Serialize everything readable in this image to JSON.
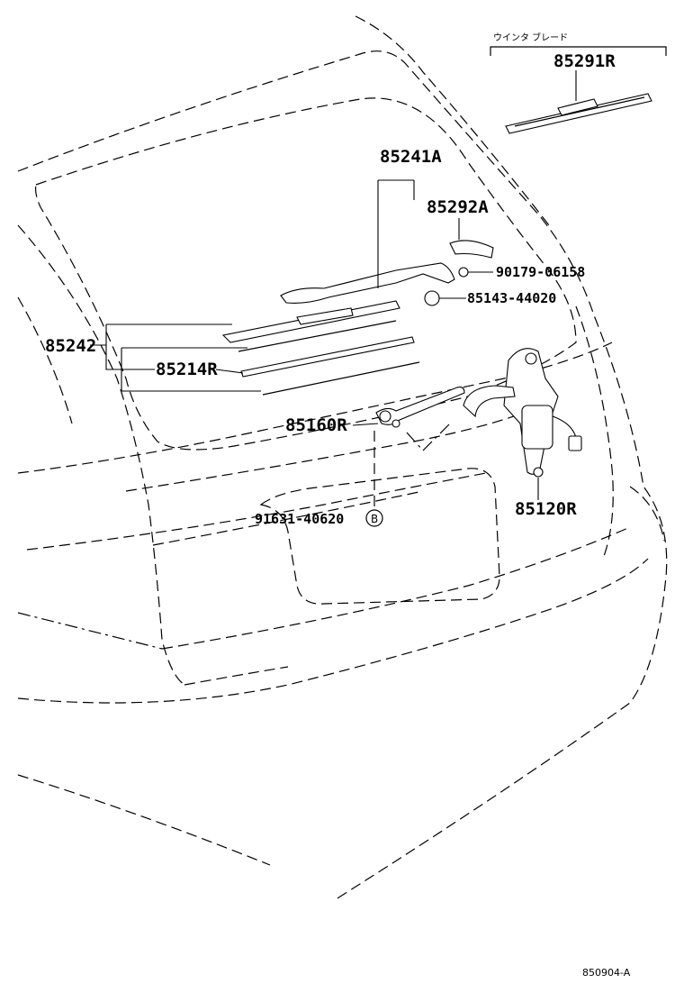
{
  "labels": {
    "blade_group_header": "ウインタ ブレード",
    "blade": "85291R",
    "arm_assy": "85241A",
    "cap": "85292A",
    "nut": "90179-06158",
    "washer": "85143-44020",
    "blade_assy": "85242",
    "rubber": "85214R",
    "link": "85160R",
    "plug": "91631-40620",
    "plug_ref": "B",
    "motor": "85120R"
  },
  "footer": {
    "ref_code": "850904-A"
  }
}
